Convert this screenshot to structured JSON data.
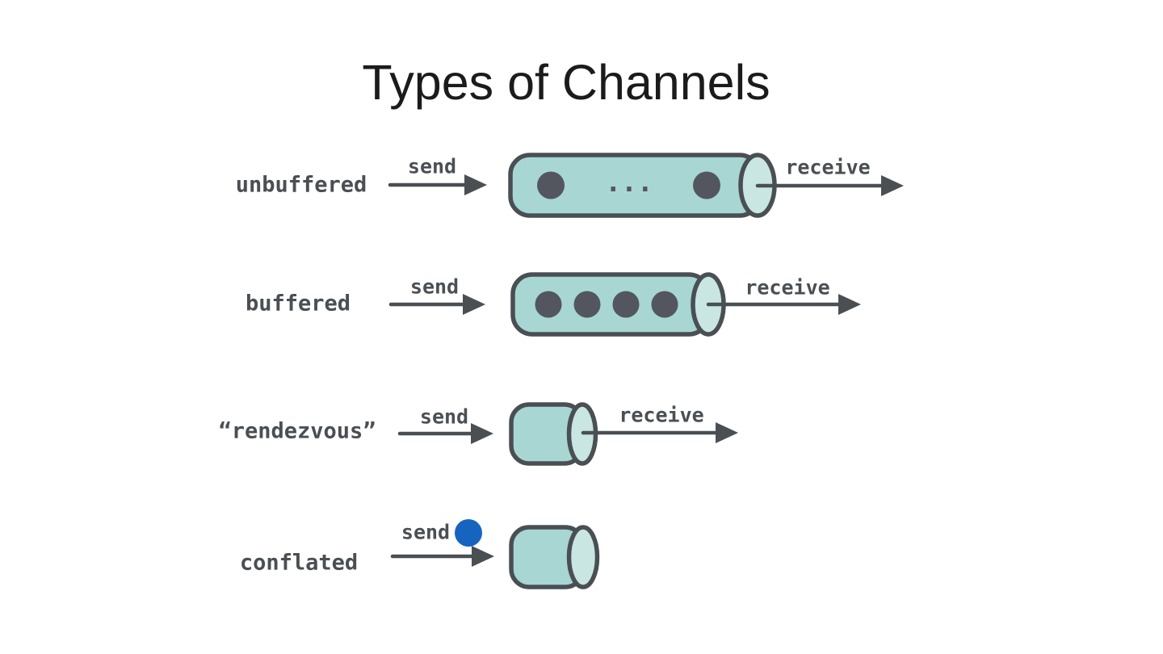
{
  "title": "Types of Channels",
  "colors": {
    "background": "#ffffff",
    "title_text": "#1b1b1b",
    "label_text": "#4a4f54",
    "outline": "#4a4f54",
    "cylinder_fill": "#a7d6d3",
    "cylinder_end_fill": "#c9e6e3",
    "buffer_dot": "#53565e",
    "send_value_dot": "#1565c0"
  },
  "rows": [
    {
      "label": "unbuffered",
      "send_label": "send",
      "receive_label": "receive",
      "buffer": {
        "visible_dots": 2,
        "ellipsis": "..."
      }
    },
    {
      "label": "buffered",
      "send_label": "send",
      "receive_label": "receive",
      "buffer": {
        "visible_dots": 4
      }
    },
    {
      "label": "“rendezvous”",
      "send_label": "send",
      "receive_label": "receive",
      "buffer": {
        "visible_dots": 0
      }
    },
    {
      "label": "conflated",
      "send_label": "send",
      "buffer": {
        "visible_dots": 0
      },
      "pending_value_dot": true
    }
  ]
}
